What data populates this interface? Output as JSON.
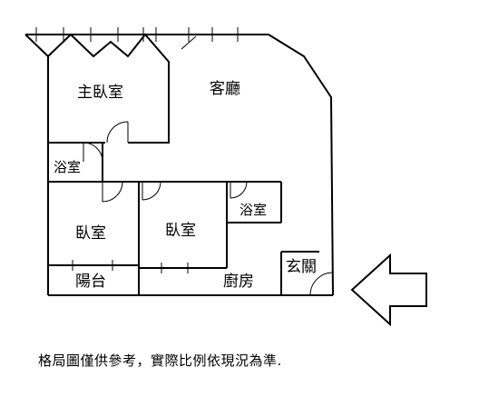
{
  "rooms": {
    "master_bedroom": "主臥室",
    "living_room": "客廳",
    "bath_1": "浴室",
    "bedroom_1": "臥室",
    "bedroom_2": "臥室",
    "bath_2": "浴室",
    "balcony": "陽台",
    "kitchen": "廚房",
    "entrance": "玄關"
  },
  "entrance_arrow_icon": "left-arrow-icon",
  "disclaimer": "格局圖僅供參考，實際比例依現況為準."
}
